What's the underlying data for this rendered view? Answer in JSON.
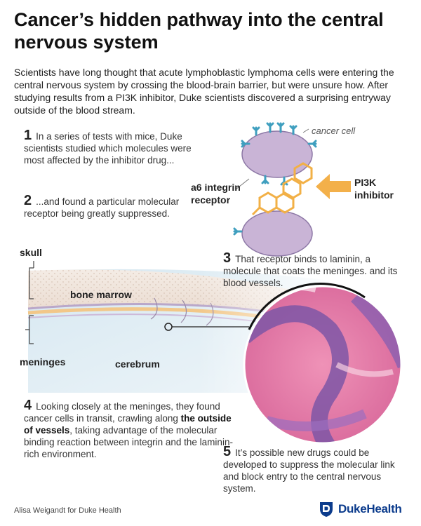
{
  "title": "Cancer’s hidden pathway into the central nervous system",
  "intro": "Scientists have long thought that acute lymphoblastic lymphoma cells were entering the central nervous system by crossing the blood-brain barrier, but were unsure how. After studying results from a PI3K inhibitor, Duke scientists discovered a surprising entryway outside of the blood stream.",
  "steps": {
    "s1": {
      "num": "1",
      "text": "In a series of tests with mice, Duke scientists studied which molecules were most affected by the inhibitor drug..."
    },
    "s2": {
      "num": "2",
      "text": "...and found a particular molecular receptor being greatly suppressed."
    },
    "s3": {
      "num": "3",
      "text": "That receptor binds to laminin, a molecule that coats the meninges. and its blood vessels."
    },
    "s4": {
      "num": "4",
      "text_a": "Looking closely at the meninges, they found cancer cells in transit, crawling along ",
      "text_b": "the outside of vessels",
      "text_c": ", taking advantage of the molecular binding reaction between integrin and the laminin-rich environment."
    },
    "s5": {
      "num": "5",
      "text": "It’s possible new drugs could be developed to suppress the molecular link and block entry to the central nervous system."
    }
  },
  "labels": {
    "cancer_cell": "cancer cell",
    "integrin": "a6 integrin receptor",
    "inhibitor": "PI3K inhibitor",
    "skull": "skull",
    "bone_marrow": "bone marrow",
    "meninges": "meninges",
    "cerebrum": "cerebrum"
  },
  "credit": "Alisa Weigandt for Duke Health",
  "logo": "DukeHealth",
  "colors": {
    "cell": "#c9b4d6",
    "cell_edge": "#8d78a6",
    "receptor": "#3f9fbf",
    "molecule": "#f2b046",
    "arrow": "#f3b04a",
    "tissue_pink": "#e67aa8",
    "cerebrum": "#cfe3ef"
  }
}
